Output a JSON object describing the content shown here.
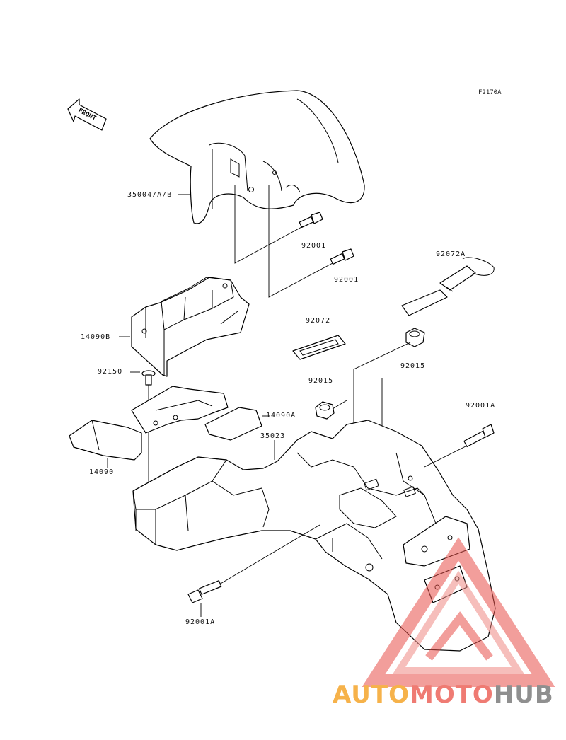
{
  "figure_code": "F2170A",
  "front_arrow": "FRONT",
  "labels": {
    "front_fender": "35004/A/B",
    "bolt_upper_1": "92001",
    "bolt_upper_2": "92001",
    "strap_long": "92072A",
    "cover_b": "14090B",
    "strap_short": "92072",
    "nut_upper": "92015",
    "screw": "92150",
    "nut_lower": "92015",
    "bolt_right": "92001A",
    "cover_a": "14090A",
    "rear_fender": "35023",
    "cover": "14090",
    "bolt_lower": "92001A"
  },
  "watermark": {
    "part1": "AUTO",
    "part2": "MOTO",
    "part3": "HUB"
  },
  "colors": {
    "line": "#000000",
    "watermark_yellow": "#f6b24a",
    "watermark_red": "#ef7b73",
    "watermark_gray": "#8f8f8f"
  }
}
